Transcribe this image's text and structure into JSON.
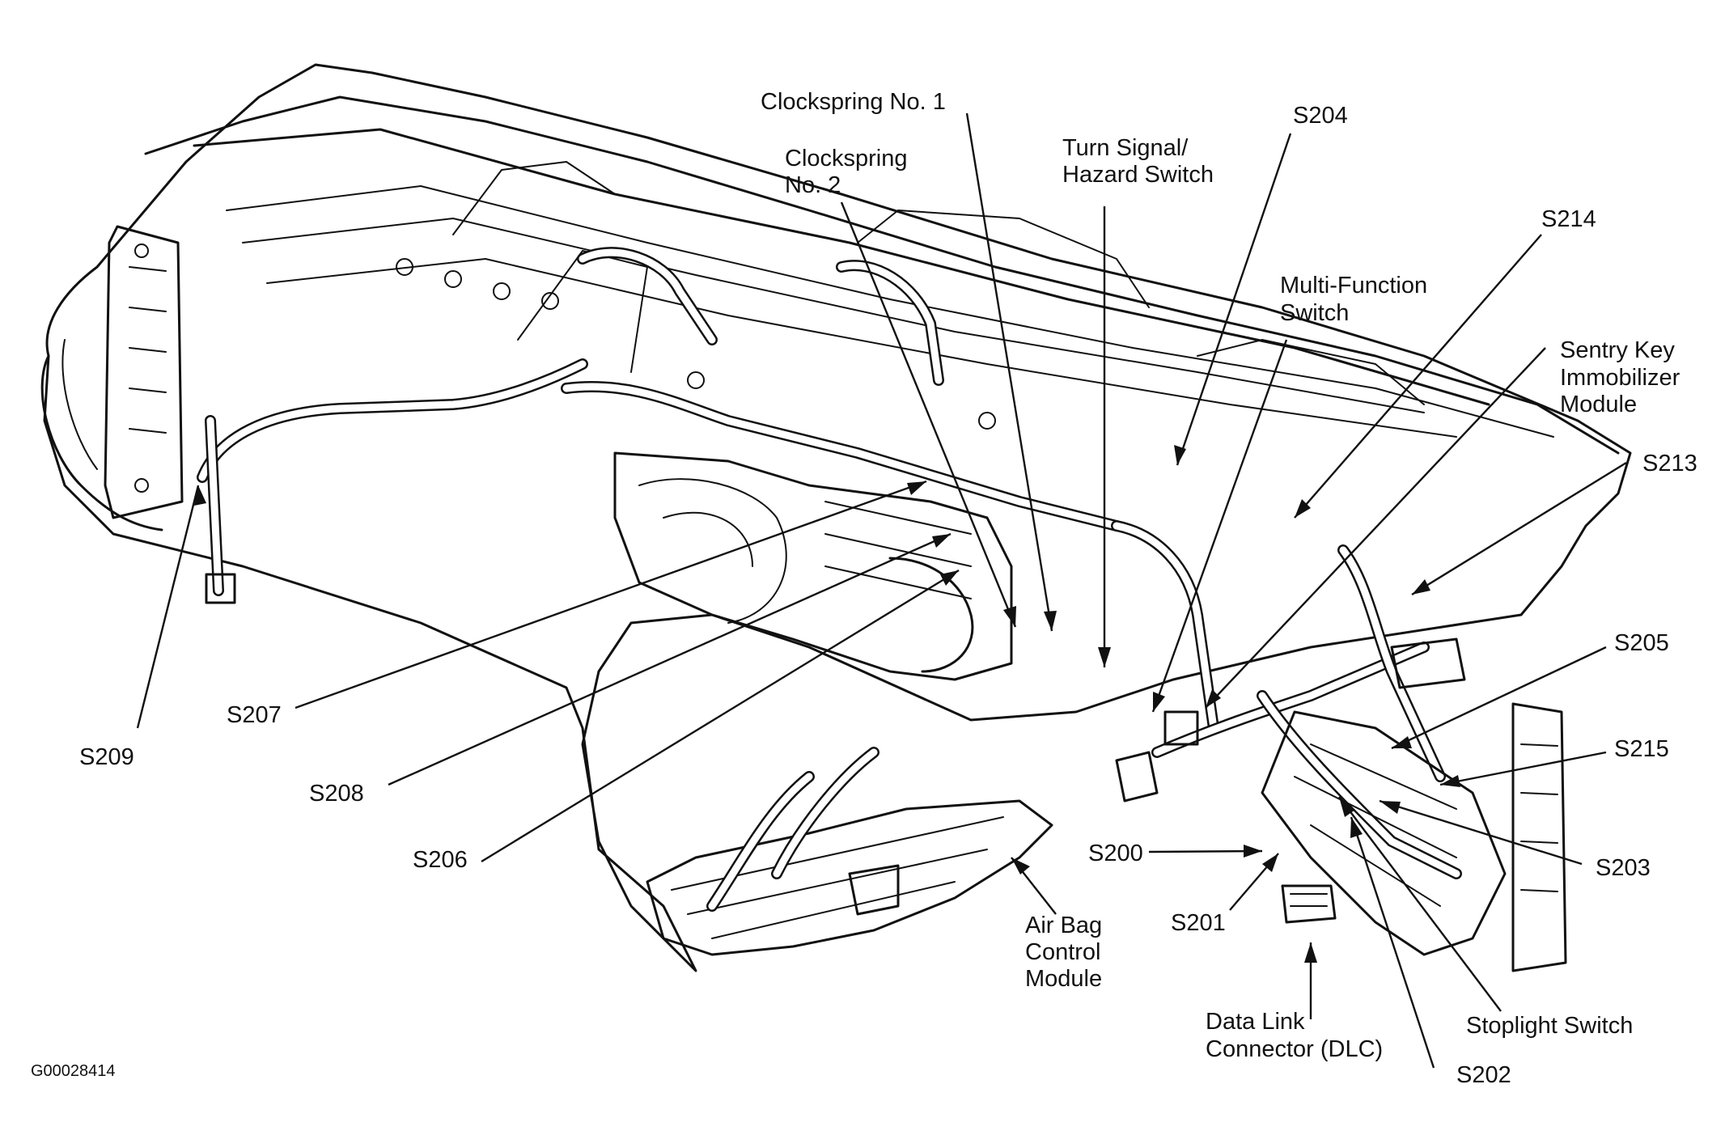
{
  "figure_id": "G00028414",
  "labels": {
    "clockspring_1": "Clockspring No. 1",
    "clockspring_2_line1": "Clockspring",
    "clockspring_2_line2": "No. 2",
    "turn_signal_line1": "Turn Signal/",
    "turn_signal_line2": "Hazard Switch",
    "s204": "S204",
    "s214": "S214",
    "multi_function_line1": "Multi-Function",
    "multi_function_line2": "Switch",
    "sentry_line1": "Sentry Key",
    "sentry_line2": "Immobilizer",
    "sentry_line3": "Module",
    "s213": "S213",
    "s205": "S205",
    "s215": "S215",
    "s203": "S203",
    "s200": "S200",
    "s201": "S201",
    "s202": "S202",
    "stoplight": "Stoplight Switch",
    "dlc_line1": "Data Link",
    "dlc_line2": "Connector (DLC)",
    "airbag_line1": "Air Bag",
    "airbag_line2": "Control",
    "airbag_line3": "Module",
    "s206": "S206",
    "s207": "S207",
    "s208": "S208",
    "s209": "S209"
  }
}
